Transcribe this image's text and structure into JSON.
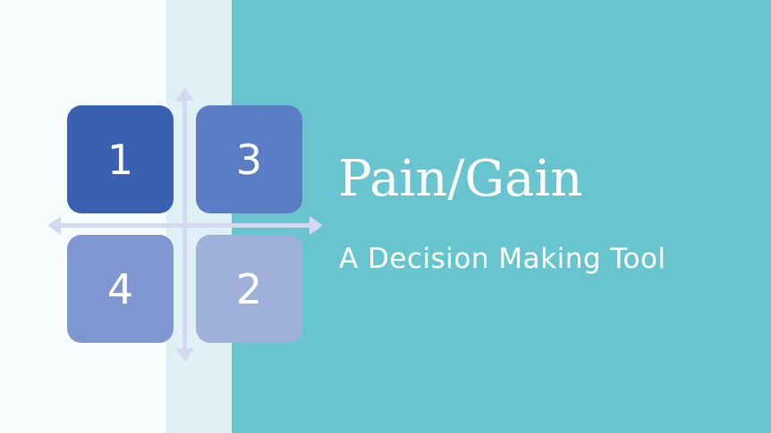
{
  "slide": {
    "title": "Pain/Gain",
    "subtitle": "A Decision Making Tool"
  },
  "quadrants": {
    "top_left": "1",
    "top_right": "3",
    "bottom_left": "4",
    "bottom_right": "2"
  },
  "colors": {
    "background_light": "#f7fbfc",
    "band_pale": "#e0f1f5",
    "panel_teal": "#68c5d0",
    "quadrant_1": "#3a61b1",
    "quadrant_3": "#5a7dc6",
    "quadrant_4": "#7e97d0",
    "quadrant_2": "#9fb0db",
    "axis_arrows": "#d3d9ee",
    "text": "#ffffff"
  }
}
